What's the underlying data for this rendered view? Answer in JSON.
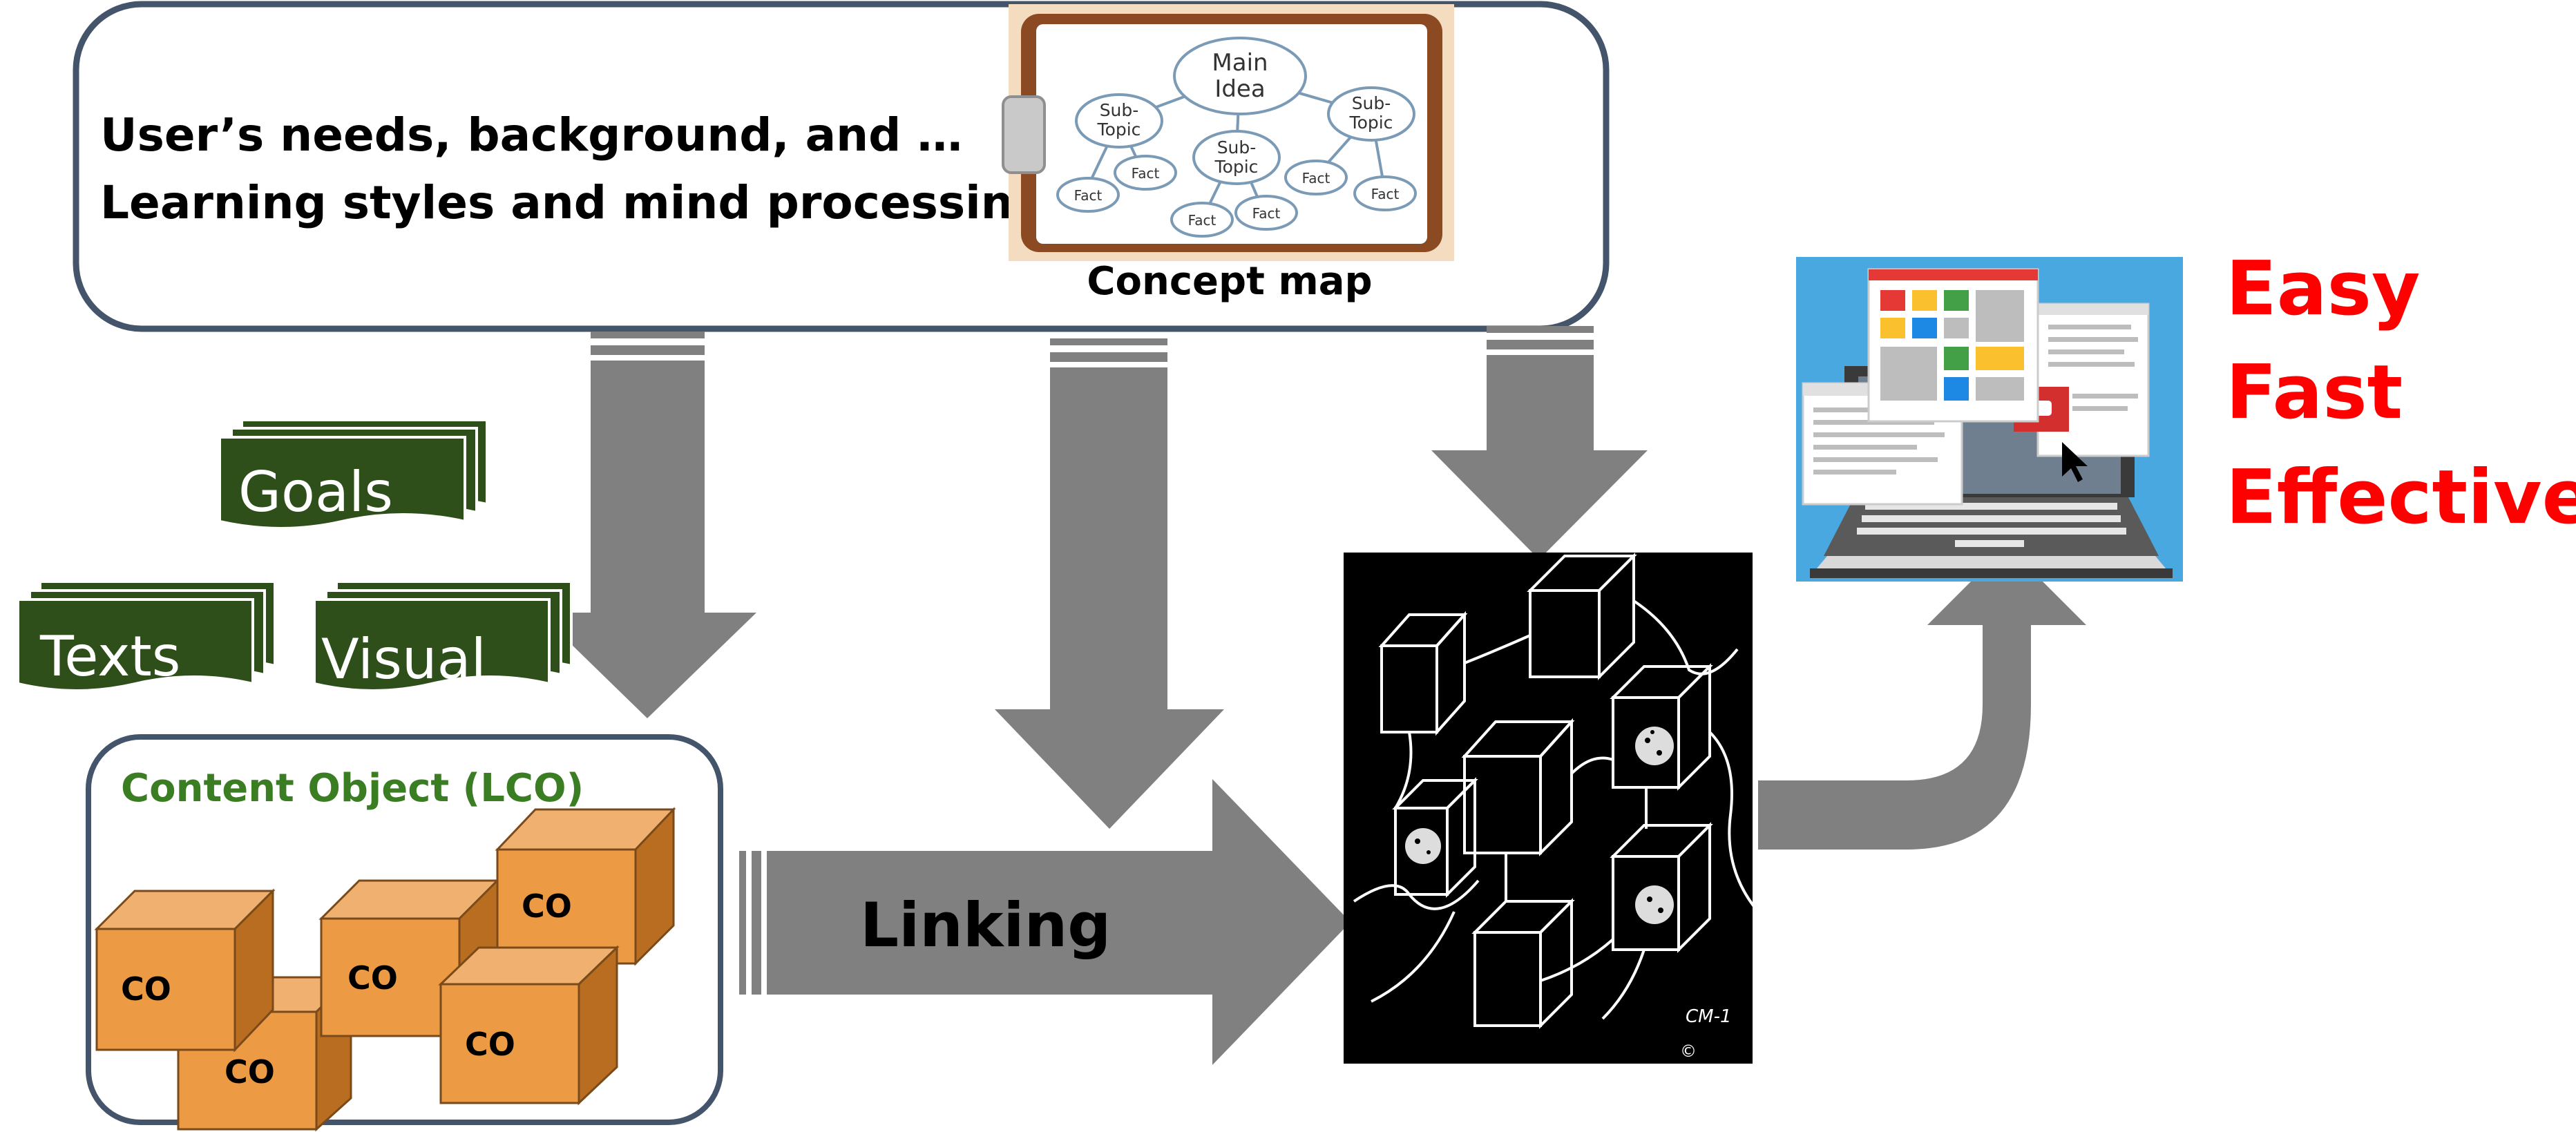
{
  "user_box": {
    "line1": "User’s needs, background, and …",
    "line2": "Learning styles and mind processing"
  },
  "concept_map": {
    "caption": "Concept map",
    "main_idea_line1": "Main",
    "main_idea_line2": "Idea",
    "subtopic_line1": "Sub-",
    "subtopic_line2": "Topic",
    "fact_label": "Fact"
  },
  "inputs": {
    "goals": "Goals",
    "texts": "Texts",
    "visual": "Visual"
  },
  "content_object": {
    "title": "Content Object (LCO)",
    "cube_label": "CO"
  },
  "linking_label": "Linking",
  "network_sketch": {
    "label1": "CM-1",
    "label2": "©"
  },
  "outcomes": {
    "line1": "Easy",
    "line2": "Fast",
    "line3": "Effective"
  },
  "colors": {
    "arrow": "#808080",
    "box_border": "#44546a",
    "tile_green": "#2e4f1a",
    "lco_title": "#3a7d22",
    "cube_front": "#ed9a45",
    "cube_top": "#f0b070",
    "cube_side": "#b96d20",
    "outcome_red": "#ff0000"
  }
}
